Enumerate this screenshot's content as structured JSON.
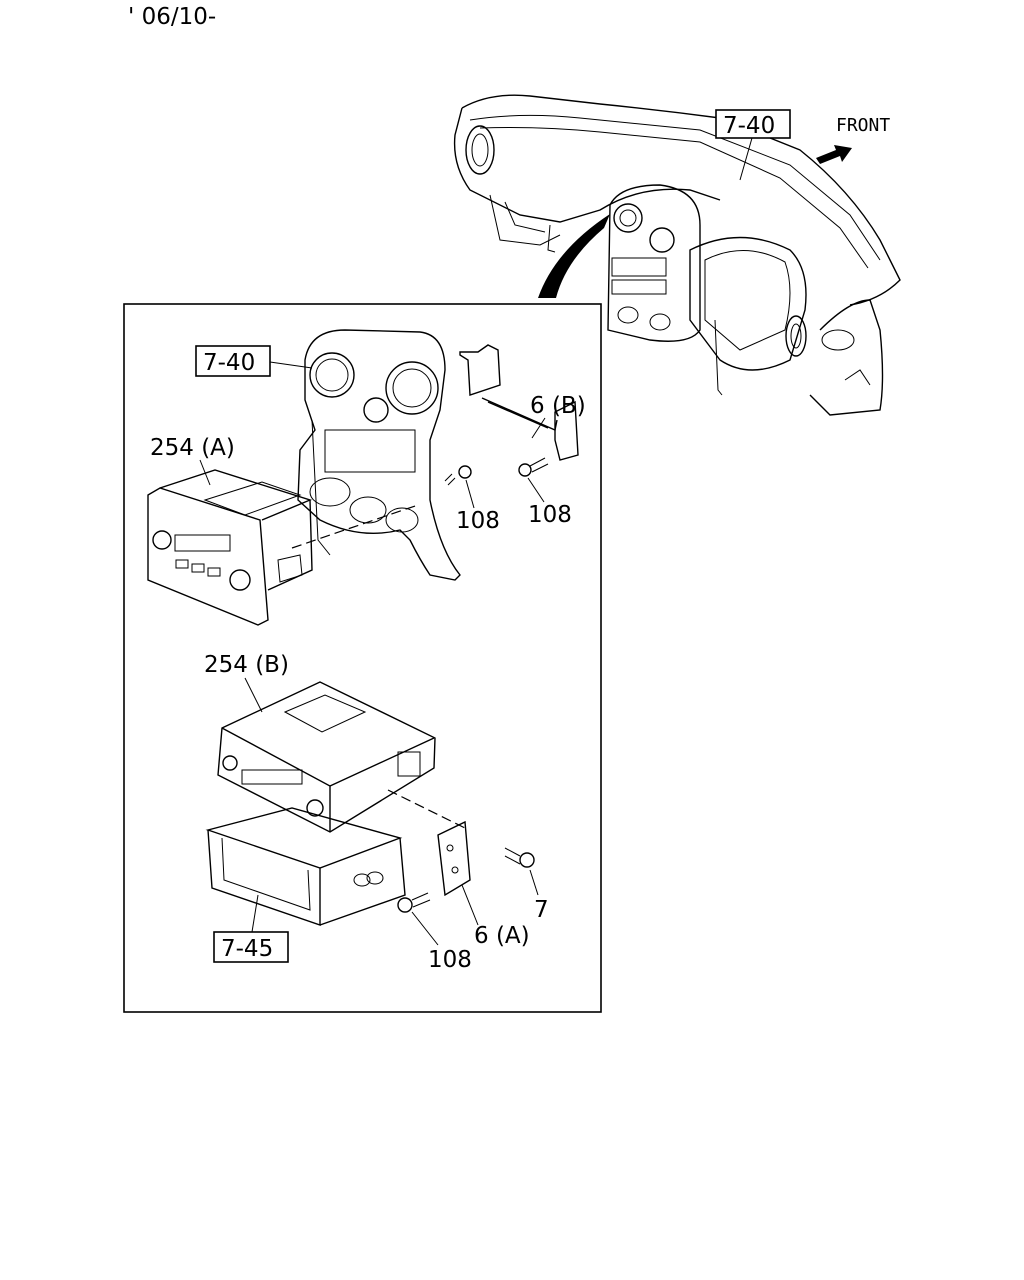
{
  "header": {
    "date_code": "' 06/10-"
  },
  "overview": {
    "ref_label": "7-40",
    "front_label": "FRONT"
  },
  "detail": {
    "bezel_ref": "7-40",
    "pocket_ref": "7-45",
    "parts": {
      "radio_a": "254 (A)",
      "radio_b": "254 (B)",
      "bracket_b": "6 (B)",
      "bracket_a": "6 (A)",
      "screw_upper_left": "108",
      "screw_upper_right": "108",
      "screw_lower": "108",
      "screw_7": "7"
    }
  }
}
